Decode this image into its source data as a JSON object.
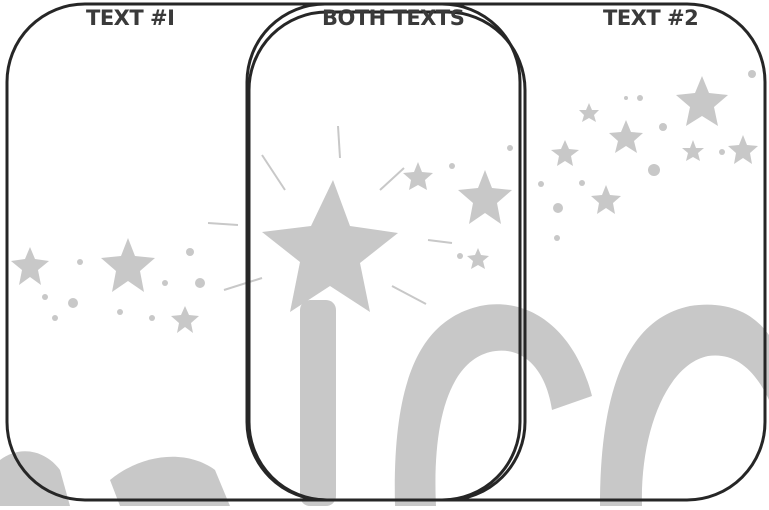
{
  "labels": {
    "left": "TEXT #I",
    "middle": "BOTH TEXTS",
    "right": "TEXT #2"
  },
  "colors": {
    "outline": "#262626",
    "watermark": "#c8c8c8",
    "label": "#3a3a3a"
  }
}
